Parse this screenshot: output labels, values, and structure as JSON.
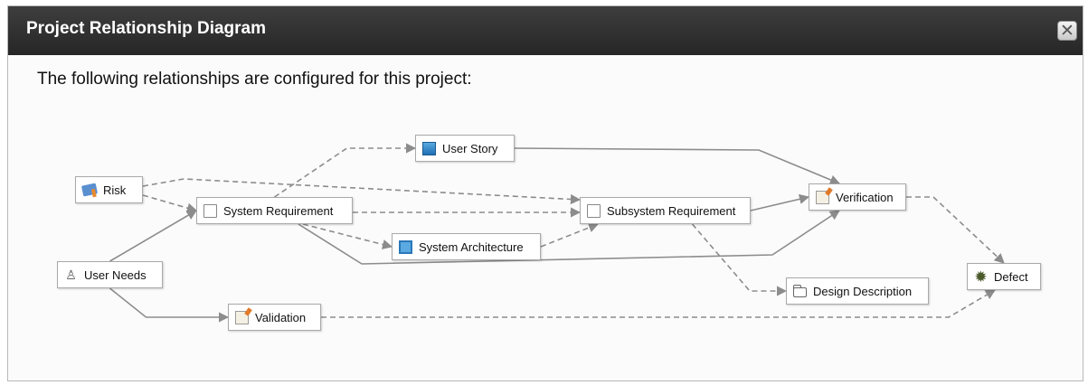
{
  "dialog": {
    "title": "Project Relationship Diagram",
    "close_icon": "close-icon",
    "intro": "The following relationships are configured for this project:"
  },
  "nodes": {
    "risk": {
      "label": "Risk",
      "icon": "risk-icon"
    },
    "user_needs": {
      "label": "User Needs",
      "icon": "user-icon"
    },
    "system_requirement": {
      "label": "System Requirement",
      "icon": "document-icon"
    },
    "validation": {
      "label": "Validation",
      "icon": "checklist-icon"
    },
    "user_story": {
      "label": "User Story",
      "icon": "book-icon"
    },
    "system_architecture": {
      "label": "System Architecture",
      "icon": "architecture-icon"
    },
    "subsystem_requirement": {
      "label": "Subsystem Requirement",
      "icon": "document-icon"
    },
    "design_description": {
      "label": "Design Description",
      "icon": "folder-icon"
    },
    "verification": {
      "label": "Verification",
      "icon": "checklist-icon"
    },
    "defect": {
      "label": "Defect",
      "icon": "bug-icon"
    }
  },
  "edges": [
    {
      "from": "user_needs",
      "to": "system_requirement",
      "style": "solid"
    },
    {
      "from": "user_needs",
      "to": "validation",
      "style": "solid"
    },
    {
      "from": "risk",
      "to": "system_requirement",
      "style": "dashed"
    },
    {
      "from": "risk",
      "to": "subsystem_requirement",
      "style": "dashed"
    },
    {
      "from": "system_requirement",
      "to": "user_story",
      "style": "dashed"
    },
    {
      "from": "system_requirement",
      "to": "subsystem_requirement",
      "style": "dashed"
    },
    {
      "from": "system_requirement",
      "to": "system_architecture",
      "style": "dashed"
    },
    {
      "from": "system_requirement",
      "to": "verification",
      "style": "solid"
    },
    {
      "from": "system_architecture",
      "to": "subsystem_requirement",
      "style": "dashed"
    },
    {
      "from": "user_story",
      "to": "verification",
      "style": "solid"
    },
    {
      "from": "subsystem_requirement",
      "to": "verification",
      "style": "solid"
    },
    {
      "from": "subsystem_requirement",
      "to": "design_description",
      "style": "dashed"
    },
    {
      "from": "verification",
      "to": "defect",
      "style": "dashed"
    },
    {
      "from": "validation",
      "to": "defect",
      "style": "dashed"
    }
  ],
  "colors": {
    "titlebar": "#2f2f2f",
    "edge": "#8c8c8c"
  }
}
